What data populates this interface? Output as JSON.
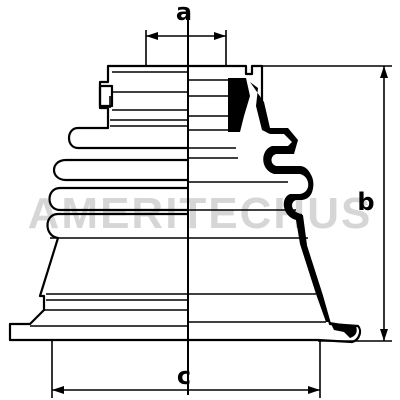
{
  "diagram": {
    "dimension_labels": {
      "a": "a",
      "b": "b",
      "c": "c"
    },
    "watermark_text": "AMERITECHUS",
    "colors": {
      "line": "#000000",
      "section_fill": "#000000",
      "background": "#ffffff",
      "watermark": "#d6d6d6"
    }
  }
}
